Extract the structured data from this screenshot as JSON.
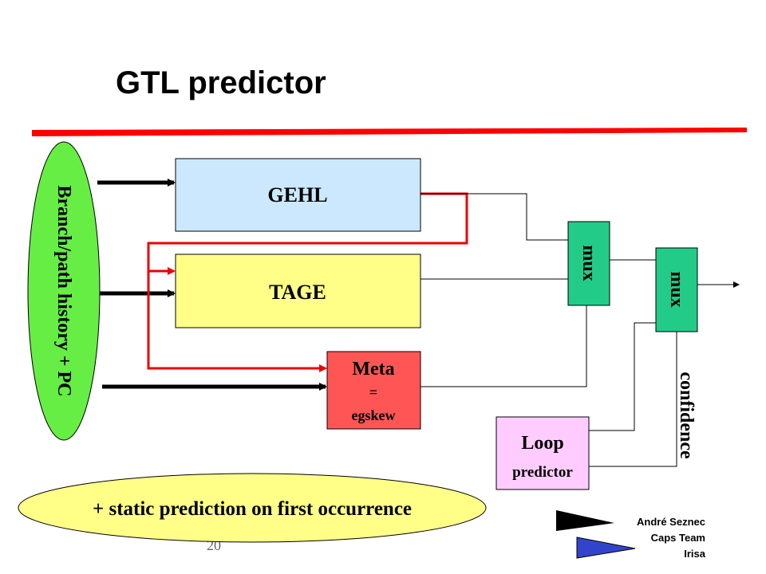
{
  "slide": {
    "title": "GTL predictor",
    "page_number": "20",
    "colors": {
      "title_rule": "#ff0000",
      "history_fill": "#66ee44",
      "gehl_fill": "#cce8ff",
      "tage_fill": "#ffff88",
      "meta_fill": "#ff5555",
      "mux_fill": "#22cc88",
      "loop_fill": "#ffccff",
      "static_fill": "#ffff88",
      "red_wire": "#ee0000",
      "logo_blue": "#3344cc"
    }
  },
  "diagram": {
    "history": {
      "label": "Branch/path history + PC"
    },
    "gehl": {
      "label": "GEHL"
    },
    "tage": {
      "label": "TAGE"
    },
    "meta": {
      "title": "Meta",
      "eq": "=",
      "sub": "egskew"
    },
    "mux1": {
      "label": "mux"
    },
    "mux2": {
      "label": "mux"
    },
    "loop": {
      "title": "Loop",
      "sub": "predictor"
    },
    "confidence": {
      "label": "confidence"
    },
    "static": {
      "label": "+ static prediction on first occurrence"
    }
  },
  "footer": {
    "author": "André Seznec",
    "team": "Caps Team",
    "org": "Irisa"
  }
}
